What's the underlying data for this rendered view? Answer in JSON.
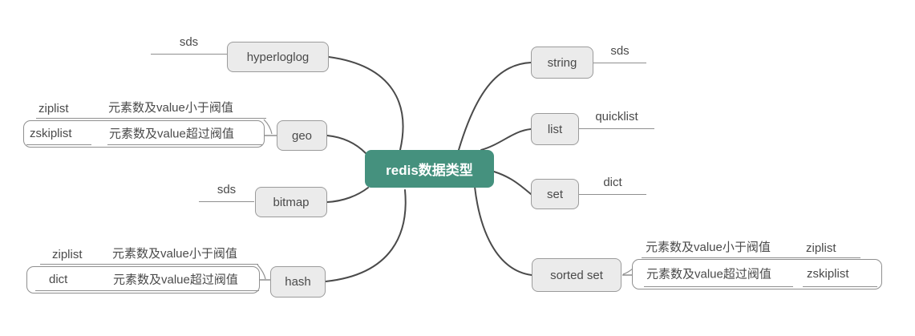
{
  "diagram": {
    "title": "redis data types mind map",
    "root": {
      "label": "redis数据类型"
    },
    "left": [
      {
        "node": "hyperloglog",
        "leaf": "sds"
      },
      {
        "node": "geo",
        "row1": {
          "leaf": "ziplist",
          "condition": "元素数及value小于阀值"
        },
        "row2": {
          "leaf": "zskiplist",
          "condition": "元素数及value超过阀值"
        }
      },
      {
        "node": "bitmap",
        "leaf": "sds"
      },
      {
        "node": "hash",
        "row1": {
          "leaf": "ziplist",
          "condition": "元素数及value小于阀值"
        },
        "row2": {
          "leaf": "dict",
          "condition": "元素数及value超过阀值"
        }
      }
    ],
    "right": [
      {
        "node": "string",
        "leaf": "sds"
      },
      {
        "node": "list",
        "leaf": "quicklist"
      },
      {
        "node": "set",
        "leaf": "dict"
      },
      {
        "node": "sorted set",
        "row1": {
          "condition": "元素数及value小于阀值",
          "leaf": "ziplist"
        },
        "row2": {
          "condition": "元素数及value超过阀值",
          "leaf": "zskiplist"
        }
      }
    ],
    "colors": {
      "root_bg": "#45917E",
      "root_text": "#FFFFFF",
      "node_bg": "#EBEBEB",
      "node_border": "#9B9B9B",
      "node_text": "#4A4A4A",
      "connector": "#4A4A4A",
      "underline": "#8F8F8F",
      "background": "#FFFFFF"
    }
  }
}
